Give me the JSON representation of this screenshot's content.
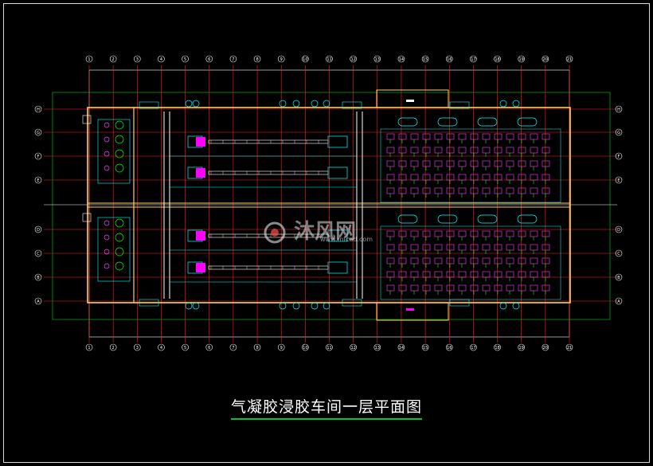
{
  "drawing": {
    "title": "气凝胶浸胶车间一层平面图",
    "watermark": {
      "text": "沐风网",
      "url": "www.mfcad.com"
    },
    "column_grid": {
      "x_axis_labels": [
        "1",
        "2",
        "3",
        "4",
        "5",
        "6",
        "7",
        "8",
        "9",
        "10",
        "11",
        "12",
        "13",
        "14",
        "15",
        "16",
        "17",
        "18",
        "19",
        "20",
        "21"
      ],
      "y_axis_labels": [
        "H",
        "G",
        "F",
        "E",
        "D",
        "C",
        "B",
        "A"
      ]
    },
    "colors": {
      "background": "#000000",
      "grid": "#ff2020",
      "wall": "#ffd060",
      "dimension": "#ffffff",
      "equipment": "#00ffff",
      "tanks": "#ff40ff",
      "highlight": "#ff00ff",
      "dimension_lines": "#00ff00",
      "title_underline": "#00c040"
    }
  }
}
